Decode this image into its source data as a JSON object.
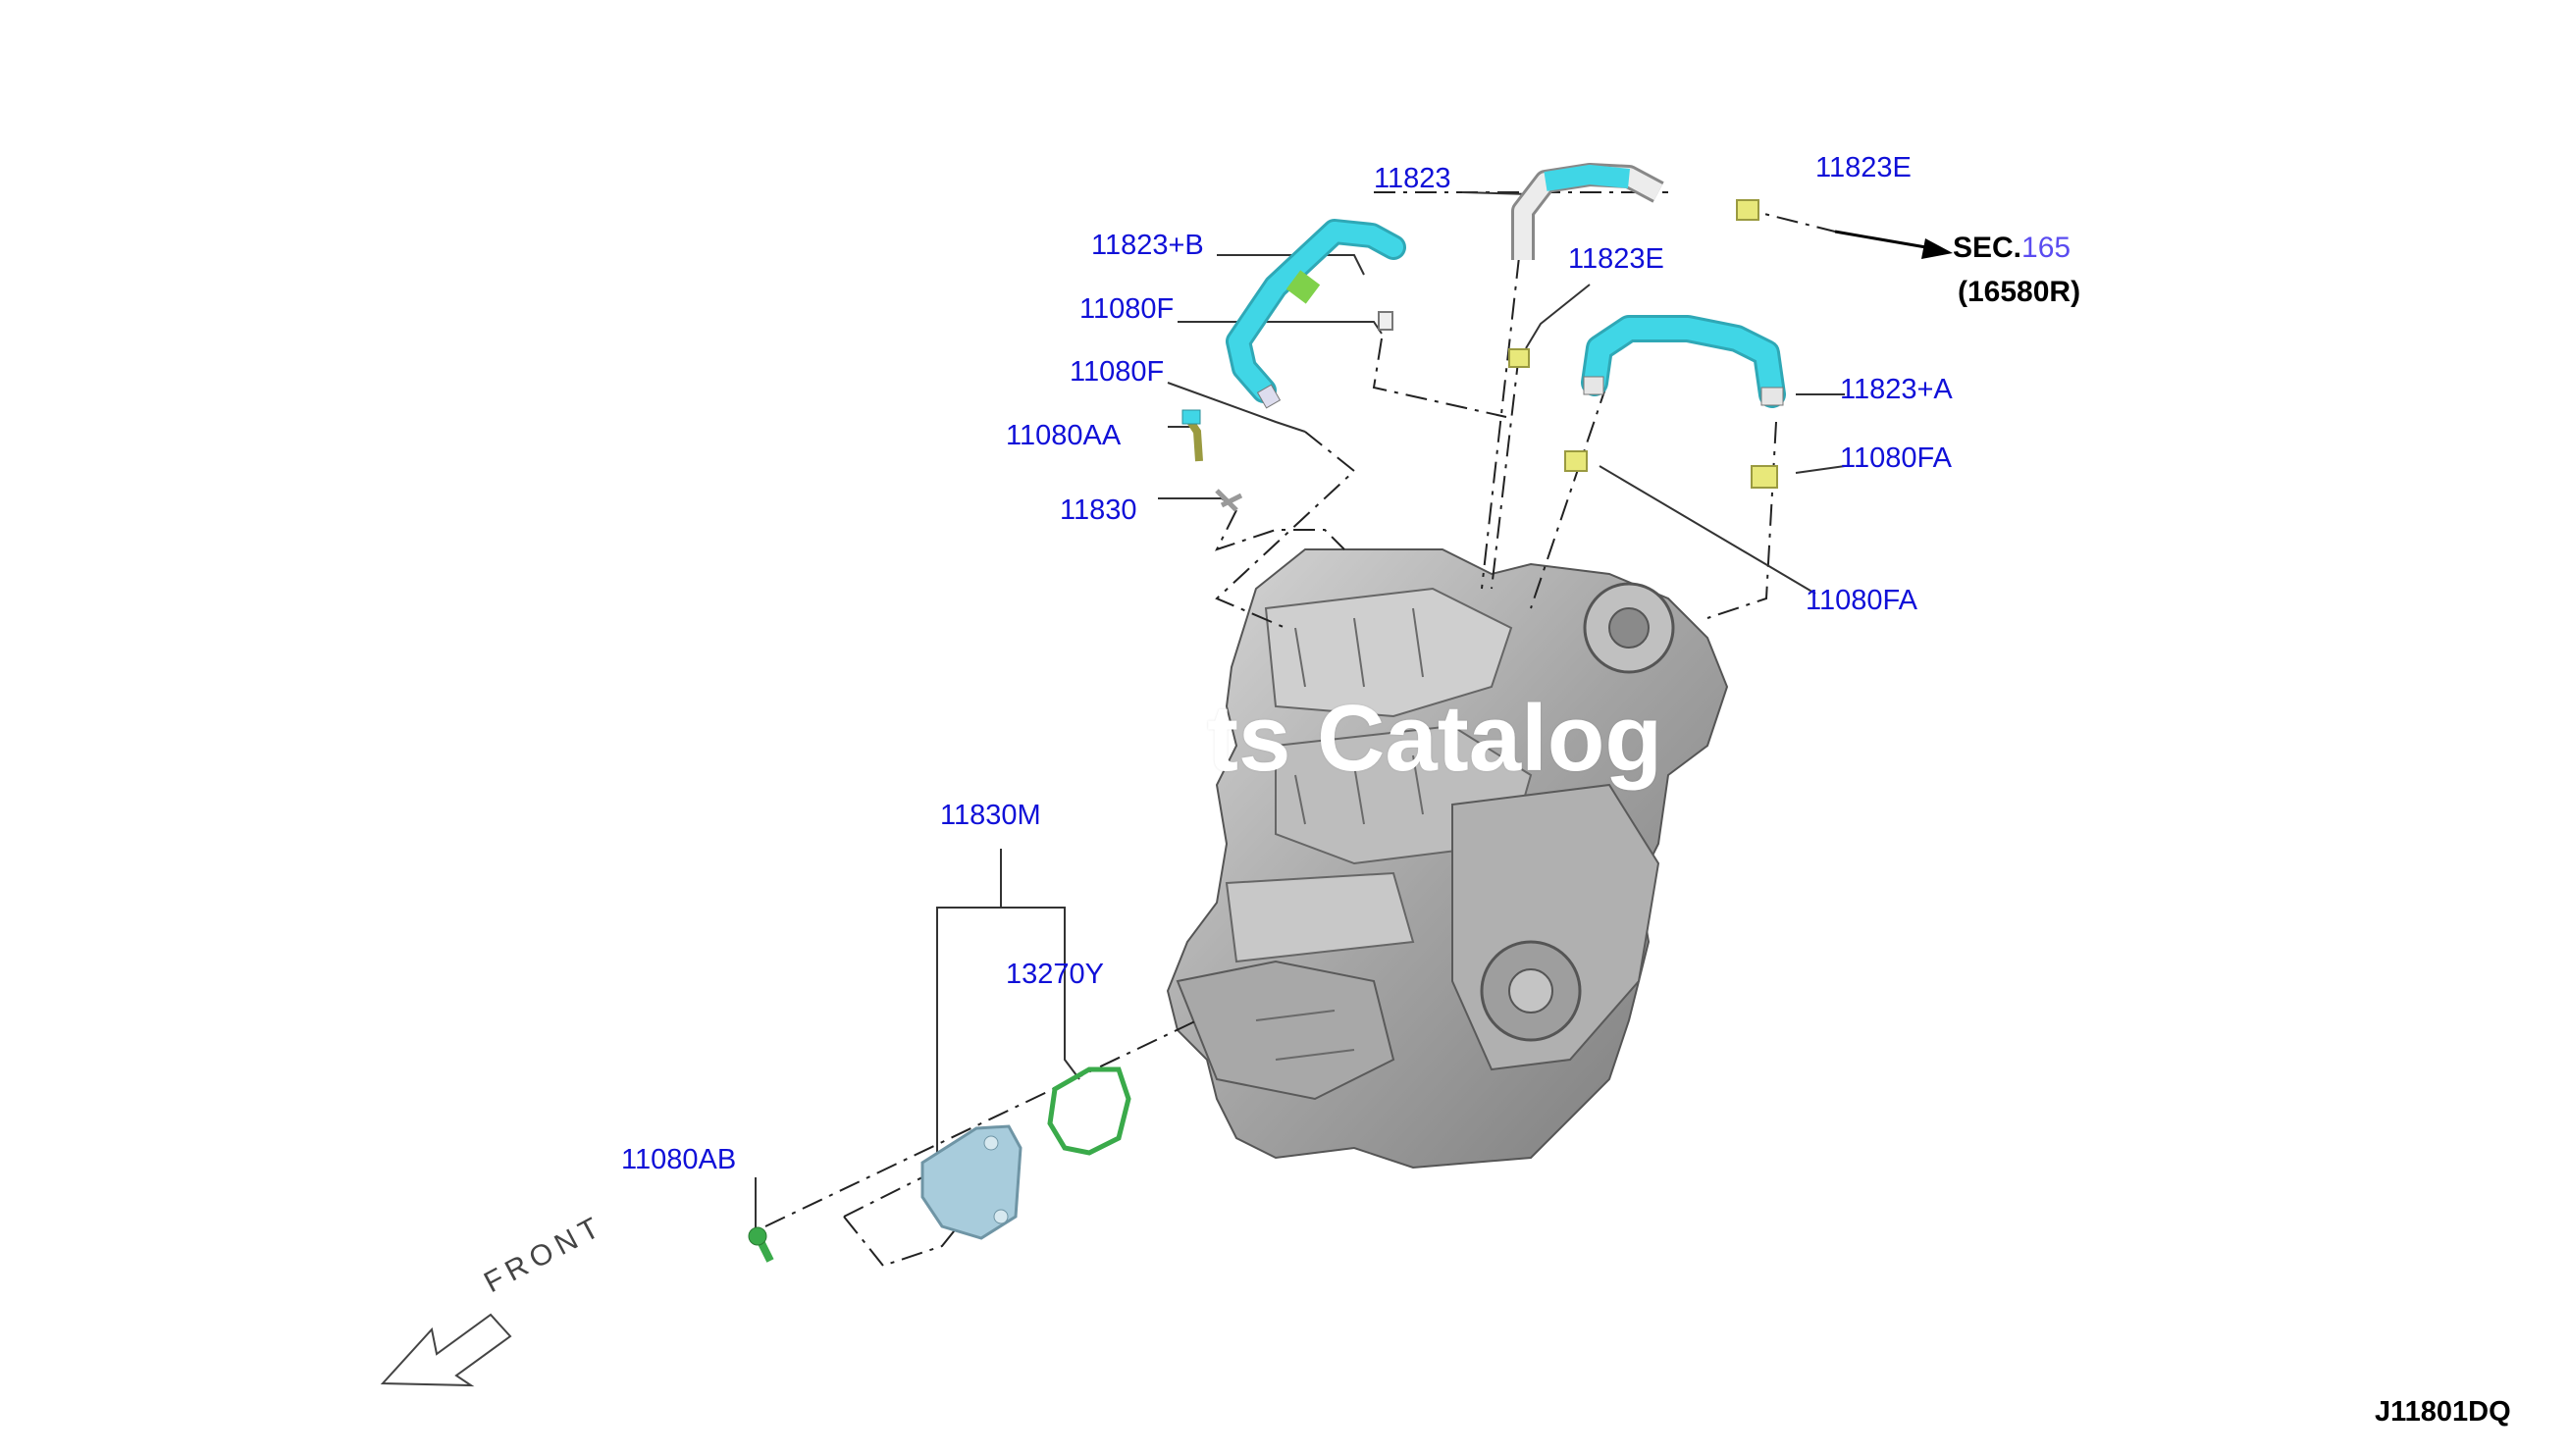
{
  "diagram": {
    "code": "J11801DQ",
    "watermark": "ts Catalog",
    "front_label": "FRONT",
    "sec_ref": {
      "prefix": "SEC.",
      "number": "165",
      "sub": "(16580R)"
    },
    "labels": {
      "p11823": "11823",
      "p11823E_top": "11823E",
      "p11823E_mid": "11823E",
      "p11823B": "11823+B",
      "p11080F_1": "11080F",
      "p11080F_2": "11080F",
      "p11080AA": "11080AA",
      "p11830": "11830",
      "p11823A": "11823+A",
      "p11080FA_1": "11080FA",
      "p11080FA_2": "11080FA",
      "p11830M": "11830M",
      "p13270Y": "13270Y",
      "p11080AB": "11080AB"
    },
    "colors": {
      "label": "#1010d8",
      "hose": "#40d6e6",
      "clamp": "#e8e87a",
      "gasket": "#3aaa4a",
      "cover": "#a8ccdc",
      "engine": "#9a9a9a"
    }
  }
}
